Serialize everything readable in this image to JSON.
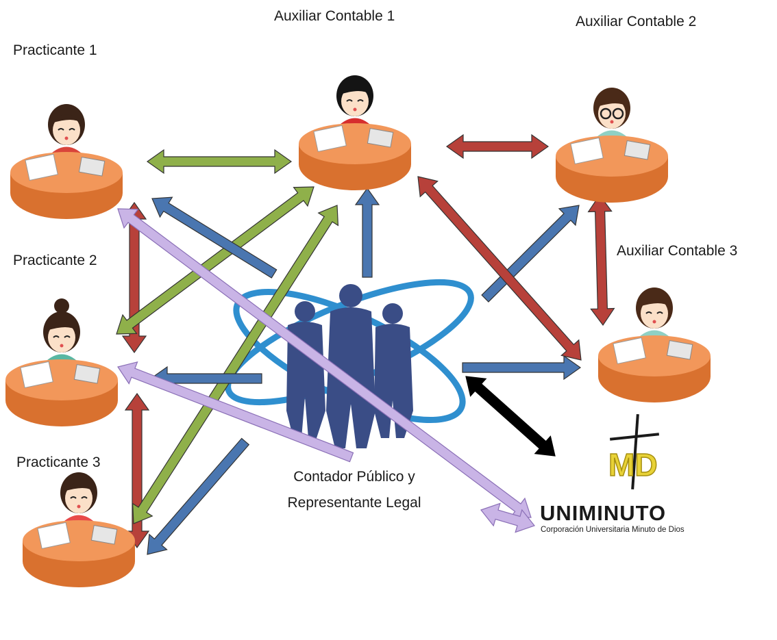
{
  "nodes": {
    "practicante_1": "Practicante 1",
    "practicante_2": "Practicante 2",
    "practicante_3": "Practicante 3",
    "auxiliar_1": "Auxiliar Contable 1",
    "auxiliar_2": "Auxiliar Contable 2",
    "auxiliar_3": "Auxiliar Contable 3",
    "center_line1": "Contador Público y",
    "center_line2": "Representante Legal"
  },
  "logo": {
    "monogram": "MD",
    "wordmark": "UNIMINUTO",
    "tagline": "Corporación Universitaria Minuto de Dios"
  },
  "colors": {
    "green": "#8fb04a",
    "red": "#b7413a",
    "blue": "#4a76b0",
    "lavender": "#c9b4e6",
    "black": "#000000",
    "desk": "#ec8a4a",
    "figures": "#3a4d86",
    "orbit": "#2f8fcf"
  },
  "relations": [
    {
      "from": "Practicante 1",
      "to": "Auxiliar Contable 1",
      "color": "green",
      "type": "two-way"
    },
    {
      "from": "Auxiliar Contable 1",
      "to": "Auxiliar Contable 2",
      "color": "red",
      "type": "two-way"
    },
    {
      "from": "Auxiliar Contable 2",
      "to": "Auxiliar Contable 3",
      "color": "red",
      "type": "two-way"
    },
    {
      "from": "Practicante 1",
      "to": "Practicante 2",
      "color": "red",
      "type": "two-way"
    },
    {
      "from": "Practicante 2",
      "to": "Practicante 3",
      "color": "red",
      "type": "two-way"
    },
    {
      "from": "Practicante 2",
      "to": "Auxiliar Contable 1",
      "color": "green",
      "type": "two-way"
    },
    {
      "from": "Practicante 3",
      "to": "Auxiliar Contable 1",
      "color": "green",
      "type": "two-way"
    },
    {
      "from": "Contador Público y Representante Legal",
      "to": "Practicante 1",
      "color": "blue",
      "type": "one-way"
    },
    {
      "from": "Contador Público y Representante Legal",
      "to": "Practicante 2",
      "color": "blue",
      "type": "one-way"
    },
    {
      "from": "Contador Público y Representante Legal",
      "to": "Practicante 3",
      "color": "blue",
      "type": "one-way"
    },
    {
      "from": "Contador Público y Representante Legal",
      "to": "Auxiliar Contable 1",
      "color": "blue",
      "type": "one-way"
    },
    {
      "from": "Contador Público y Representante Legal",
      "to": "Auxiliar Contable 2",
      "color": "blue",
      "type": "one-way"
    },
    {
      "from": "Contador Público y Representante Legal",
      "to": "Auxiliar Contable 3",
      "color": "blue",
      "type": "one-way"
    },
    {
      "from": "Auxiliar Contable 1",
      "to": "Auxiliar Contable 3",
      "color": "red",
      "type": "two-way"
    },
    {
      "from": "Contador Público y Representante Legal",
      "to": "UNIMINUTO",
      "color": "black",
      "type": "two-way"
    },
    {
      "from": "Practicante 1",
      "to": "UNIMINUTO",
      "color": "lavender",
      "type": "two-way"
    },
    {
      "from": "Practicante 2",
      "to": "UNIMINUTO",
      "color": "lavender",
      "type": "one-way"
    },
    {
      "from": "Practicante 3",
      "to": "UNIMINUTO",
      "color": "lavender",
      "type": "two-way"
    }
  ]
}
